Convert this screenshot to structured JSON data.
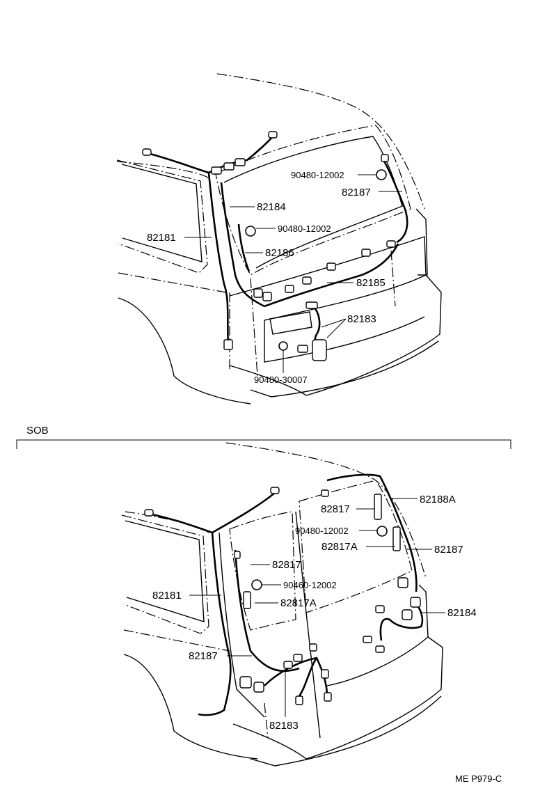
{
  "diagram": {
    "code": "ME P979-C",
    "section_label": "SOB",
    "top": {
      "labels": {
        "grommet_a": "90480-12002",
        "p82187": "82187",
        "p82184": "82184",
        "grommet_b": "90480-12002",
        "p82181": "82181",
        "p82186": "82186",
        "p82185": "82185",
        "p82183": "82183",
        "grommet_c": "90480-30007"
      }
    },
    "bottom": {
      "labels": {
        "p82188A": "82188A",
        "p82817_r": "82817",
        "grommet_r": "90480-12002",
        "p82817A_r": "82817A",
        "p82187_r": "82187",
        "p82817_l": "82817",
        "grommet_l": "90460-12002",
        "p82181": "82181",
        "p82817A_l": "82817A",
        "p82184": "82184",
        "p82187_l": "82187",
        "p82183": "82183"
      }
    }
  }
}
